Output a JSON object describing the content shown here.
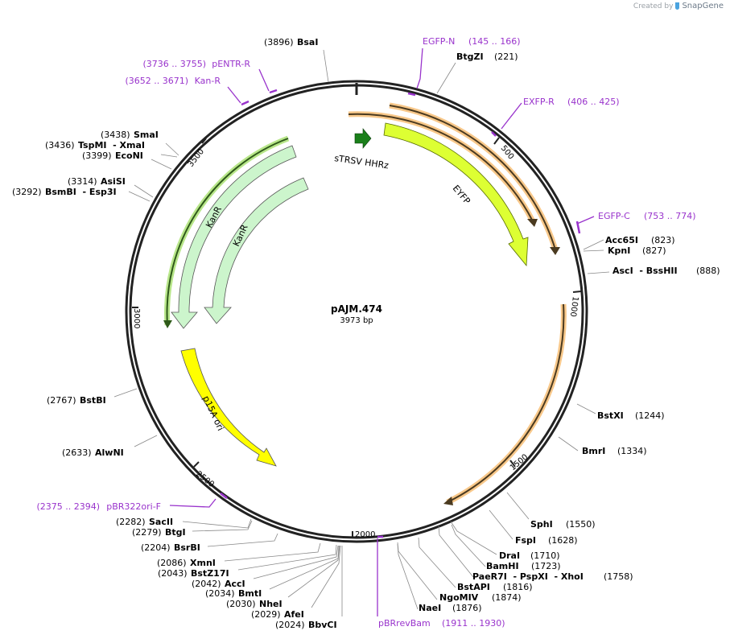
{
  "credit": {
    "prefix": "Created by",
    "brand": "SnapGene"
  },
  "plasmid": {
    "name": "pAJM.474",
    "size": "3973 bp",
    "length": 3973
  },
  "ticks": [
    {
      "pos": 500,
      "label": "500"
    },
    {
      "pos": 1000,
      "label": "1000"
    },
    {
      "pos": 1500,
      "label": "1500"
    },
    {
      "pos": 2000,
      "label": "2000"
    },
    {
      "pos": 2500,
      "label": "2500"
    },
    {
      "pos": 3000,
      "label": "3000"
    },
    {
      "pos": 3500,
      "label": "3500"
    }
  ],
  "features": [
    {
      "name": "sTRSV HHRz",
      "color": "#1a7f1a"
    },
    {
      "name": "EYFP",
      "color": "#ddff33"
    },
    {
      "name": "KanR",
      "color": "#ccf5cc"
    },
    {
      "name": "KanR",
      "color": "#ccf5cc"
    },
    {
      "name": "p15A ori",
      "color": "#ffff00"
    }
  ],
  "primers": [
    {
      "name": "EGFP-N",
      "range": "(145 .. 166)"
    },
    {
      "name": "EXFP-R",
      "range": "(406 .. 425)"
    },
    {
      "name": "EGFP-C",
      "range": "(753 .. 774)"
    },
    {
      "name": "pBRrevBam",
      "range": "(1911 .. 1930)"
    },
    {
      "name": "pBR322ori-F",
      "range": "(2375 .. 2394)"
    },
    {
      "name": "Kan-R",
      "range": "(3652 .. 3671)"
    },
    {
      "name": "pENTR-R",
      "range": "(3736 .. 3755)"
    }
  ],
  "sites_right": [
    {
      "name": "BtgZI",
      "pos": "(221)"
    },
    {
      "name": "Acc65I",
      "pos": "(823)"
    },
    {
      "name": "KpnI",
      "pos": "(827)"
    },
    {
      "name": "AscI  - BssHII",
      "pos": "(888)"
    },
    {
      "name": "BstXI",
      "pos": "(1244)"
    },
    {
      "name": "BmrI",
      "pos": "(1334)"
    },
    {
      "name": "SphI",
      "pos": "(1550)"
    },
    {
      "name": "FspI",
      "pos": "(1628)"
    },
    {
      "name": "DraI",
      "pos": "(1710)"
    },
    {
      "name": "BamHI",
      "pos": "(1723)"
    },
    {
      "name": "PaeR7I  - PspXI  - XhoI",
      "pos": "(1758)"
    },
    {
      "name": "BstAPI",
      "pos": "(1816)"
    },
    {
      "name": "NgoMIV",
      "pos": "(1874)"
    },
    {
      "name": "NaeI",
      "pos": "(1876)"
    }
  ],
  "sites_left": [
    {
      "name": "BsaI",
      "pos": "(3896)"
    },
    {
      "name": "SmaI",
      "pos": "(3438)"
    },
    {
      "name": "TspMI  - XmaI",
      "pos": "(3436)"
    },
    {
      "name": "EcoNI",
      "pos": "(3399)"
    },
    {
      "name": "AsiSI",
      "pos": "(3314)"
    },
    {
      "name": "BsmBI  - Esp3I",
      "pos": "(3292)"
    },
    {
      "name": "BstBI",
      "pos": "(2767)"
    },
    {
      "name": "AlwNI",
      "pos": "(2633)"
    },
    {
      "name": "SacII",
      "pos": "(2282)"
    },
    {
      "name": "BtgI",
      "pos": "(2279)"
    },
    {
      "name": "BsrBI",
      "pos": "(2204)"
    },
    {
      "name": "XmnI",
      "pos": "(2086)"
    },
    {
      "name": "BstZ17I",
      "pos": "(2043)"
    },
    {
      "name": "AccI",
      "pos": "(2042)"
    },
    {
      "name": "BmtI",
      "pos": "(2034)"
    },
    {
      "name": "NheI",
      "pos": "(2030)"
    },
    {
      "name": "AfeI",
      "pos": "(2029)"
    },
    {
      "name": "BbvCI",
      "pos": "(2024)"
    }
  ]
}
